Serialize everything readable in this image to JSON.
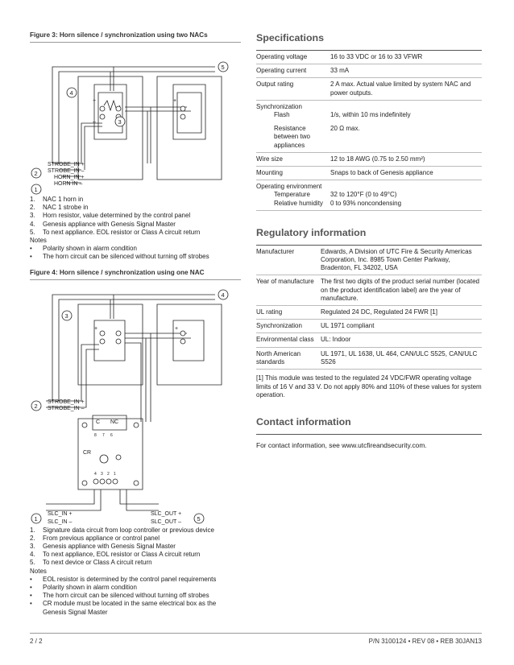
{
  "figure3": {
    "title": "Figure 3: Horn silence / synchronization using two NACs",
    "callouts": [
      "1",
      "2",
      "3",
      "4",
      "5"
    ],
    "wire_labels": [
      "STROBE_IN +",
      "STROBE_IN –",
      "HORN_IN +",
      "HORN IN –"
    ],
    "items": [
      {
        "n": "1.",
        "t": "NAC 1 horn in"
      },
      {
        "n": "2.",
        "t": "NAC 1 strobe in"
      },
      {
        "n": "3.",
        "t": "Horn resistor, value determined by the control panel"
      },
      {
        "n": "4.",
        "t": "Genesis appliance with Genesis Signal Master"
      },
      {
        "n": "5.",
        "t": "To next appliance. EOL resistor or Class A circuit return"
      }
    ],
    "notes_label": "Notes",
    "notes": [
      {
        "n": "•",
        "t": "Polarity shown in alarm condition"
      },
      {
        "n": "•",
        "t": "The horn circuit can be silenced without turning off strobes"
      }
    ]
  },
  "figure4": {
    "title": "Figure 4: Horn silence / synchronization using one NAC",
    "callouts": [
      "1",
      "2",
      "3",
      "4",
      "5"
    ],
    "wire_labels": [
      "STROBE_IN +",
      "STROBE_IN –",
      "SLC_IN +",
      "SLC_IN –",
      "SLC_OUT +",
      "SLC_OUT –"
    ],
    "module_labels": {
      "c": "C",
      "nc": "NC",
      "cr": "CR",
      "top_terms": [
        "8",
        "7",
        "6"
      ],
      "bottom_terms": [
        "4",
        "3",
        "2",
        "1"
      ]
    },
    "items": [
      {
        "n": "1.",
        "t": "Signature data circuit from loop controller or previous device"
      },
      {
        "n": "2.",
        "t": "From previous appliance or control panel"
      },
      {
        "n": "3.",
        "t": "Genesis appliance with Genesis Signal Master"
      },
      {
        "n": "4.",
        "t": "To next appliance, EOL resistor or Class A circuit return"
      },
      {
        "n": "5.",
        "t": "To next device or Class A circuit return"
      }
    ],
    "notes_label": "Notes",
    "notes": [
      {
        "n": "•",
        "t": "EOL resistor is determined by the control panel requirements"
      },
      {
        "n": "•",
        "t": "Polarity shown in alarm condition"
      },
      {
        "n": "•",
        "t": "The horn circuit can be silenced without turning off strobes"
      },
      {
        "n": "•",
        "t": "CR module must be located in the same electrical box as the Genesis Signal Master"
      }
    ]
  },
  "specifications": {
    "title": "Specifications",
    "rows": [
      {
        "k": "Operating voltage",
        "v": "16 to 33 VDC or 16 to 33 VFWR"
      },
      {
        "k": "Operating current",
        "v": "33 mA"
      },
      {
        "k": "Output rating",
        "v": "2 A max. Actual value limited by system NAC and power outputs."
      }
    ],
    "sync": {
      "k": "Synchronization",
      "flash_k": "Flash",
      "flash_v": "1/s, within 10 ms indefinitely",
      "res_k": "Resistance between two appliances",
      "res_v": "20 Ω max."
    },
    "rows2": [
      {
        "k": "Wire size",
        "v": "12 to 18 AWG (0.75 to 2.50 mm²)"
      },
      {
        "k": "Mounting",
        "v": "Snaps to back of Genesis appliance"
      }
    ],
    "env": {
      "k": "Operating environment",
      "temp_k": "Temperature",
      "temp_v": "32 to 120°F (0 to 49°C)",
      "hum_k": "Relative humidity",
      "hum_v": "0 to 93% noncondensing"
    }
  },
  "regulatory": {
    "title": "Regulatory information",
    "rows": [
      {
        "k": "Manufacturer",
        "v": "Edwards, A Division of UTC Fire & Security Americas Corporation, Inc. 8985 Town Center Parkway, Bradenton, FL 34202, USA"
      },
      {
        "k": "Year of manufacture",
        "v": "The first two digits of the product serial number (located on the product identification label) are the year of manufacture."
      },
      {
        "k": "UL rating",
        "v": "Regulated 24 DC, Regulated 24 FWR [1]"
      },
      {
        "k": "Synchronization",
        "v": "UL 1971 compliant"
      },
      {
        "k": "Environmental class",
        "v": "UL: Indoor"
      },
      {
        "k": "North American standards",
        "v": "UL 1971, UL 1638, UL 464, CAN/ULC S525, CAN/ULC S526"
      }
    ],
    "footnote": "[1] This module was tested to the regulated 24 VDC/FWR operating voltage limits of 16 V and 33 V. Do not apply 80% and 110% of these values for system operation."
  },
  "contact": {
    "title": "Contact information",
    "text": "For contact information, see www.utcfireandsecurity.com."
  },
  "footer": {
    "page": "2 / 2",
    "part": "P/N 3100124 • REV 08 • REB 30JAN13"
  }
}
